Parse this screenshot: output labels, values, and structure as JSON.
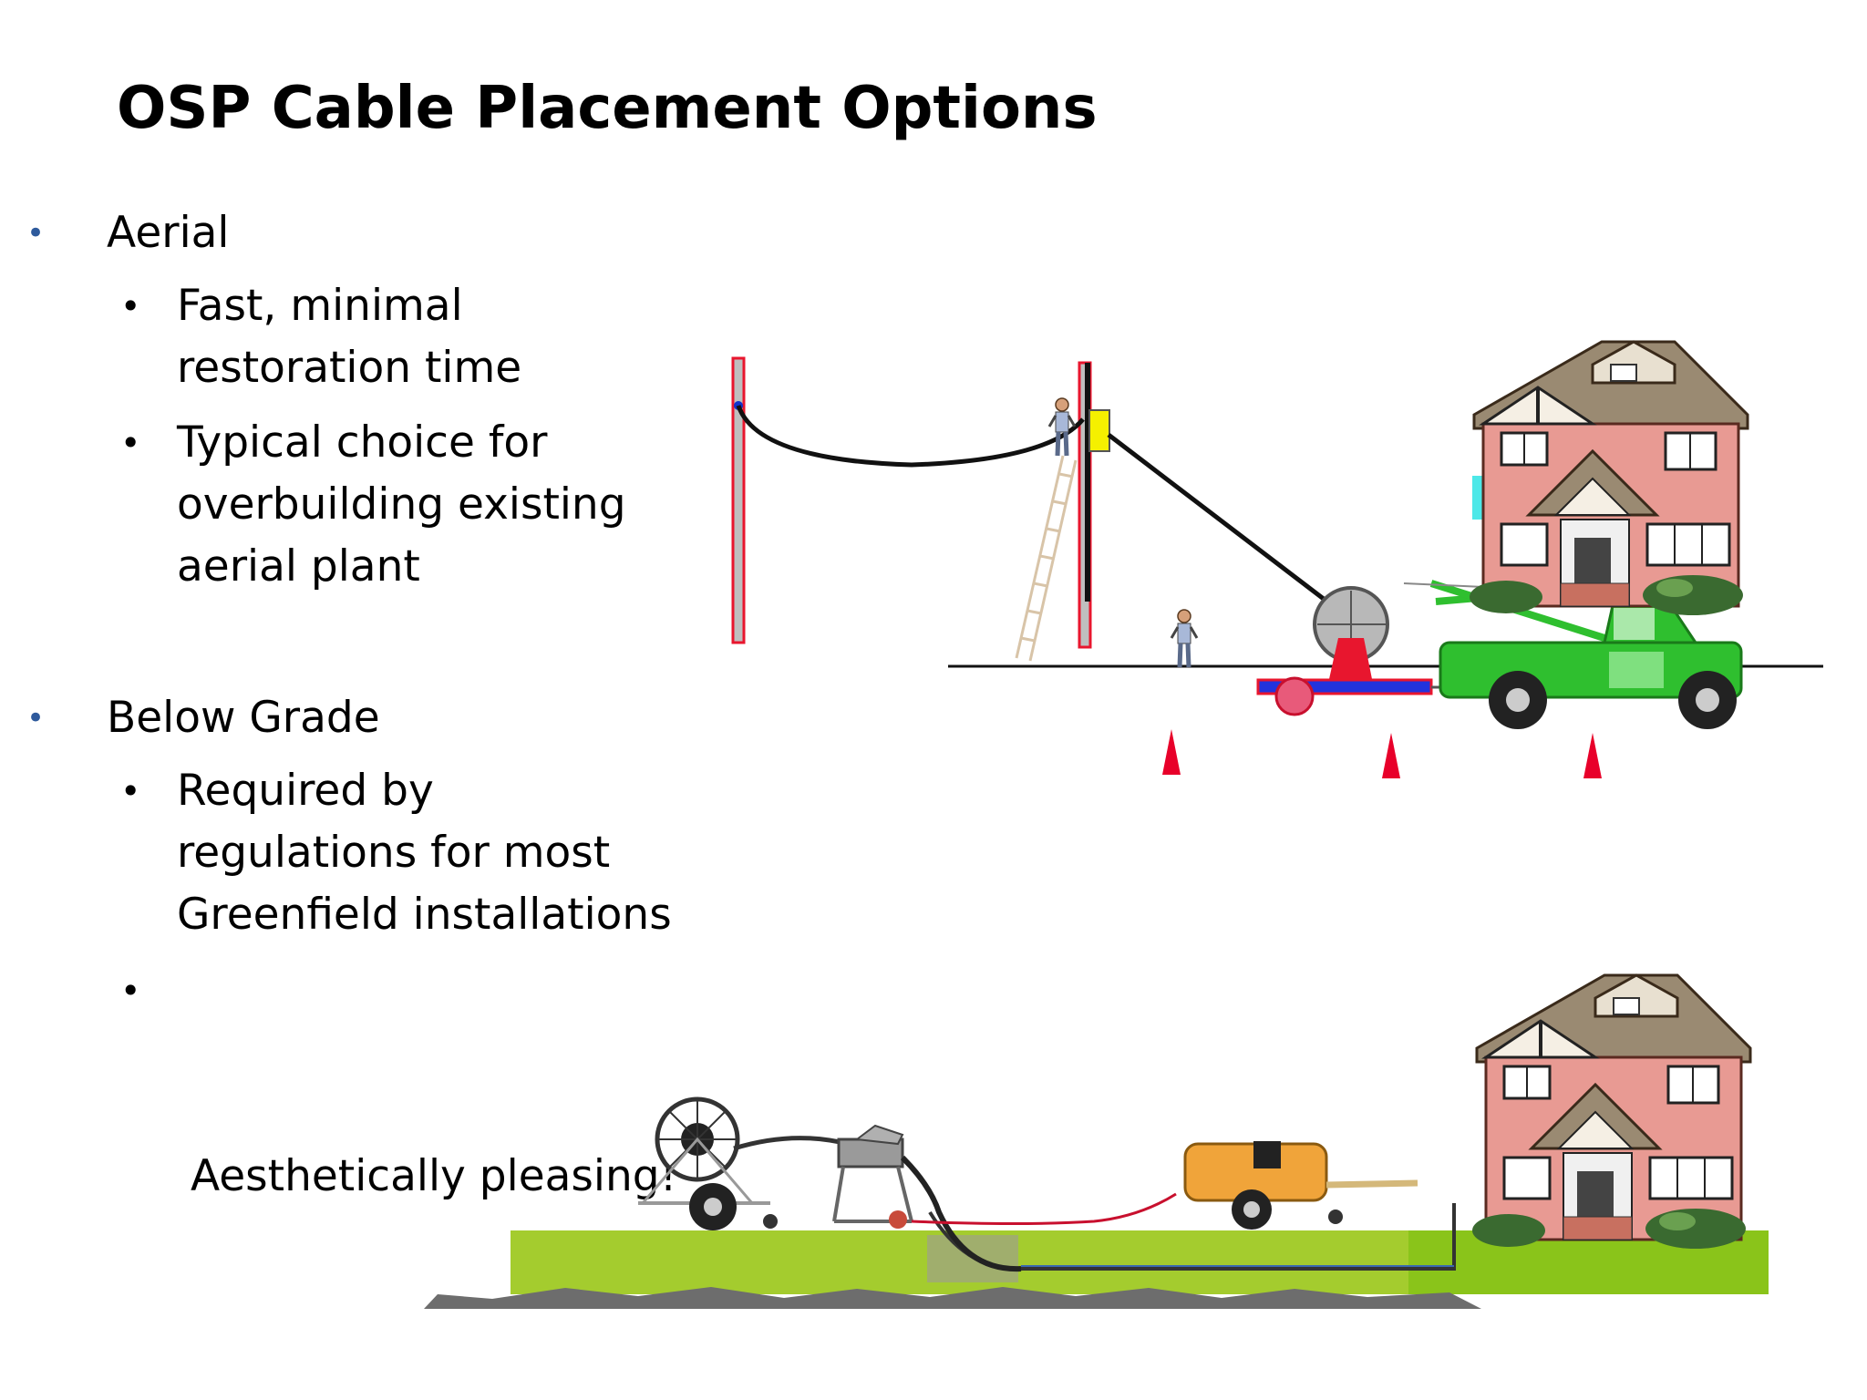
{
  "slide": {
    "title": "OSP Cable Placement Options"
  },
  "bullets": [
    {
      "label": "Aerial",
      "sub": [
        [
          "Fast, minimal",
          "restoration time"
        ],
        [
          "Typical choice for",
          "overbuilding existing",
          "aerial plant"
        ]
      ]
    },
    {
      "label": "Below Grade",
      "sub": [
        [
          "Required by",
          "regulations for most",
          "Greenfield installations"
        ],
        [
          " Aesthetically pleasing!"
        ]
      ]
    }
  ],
  "colors": {
    "bullet_accent": "#2e5a9c",
    "grass": "#a4cc2e",
    "truck": "#2fbf2f",
    "cone": "#e8002a",
    "house_brick": "#e89a93",
    "roof": "#9a8a72",
    "trailer": "#2233dd",
    "ground": "#6d6d6d"
  },
  "illustrations": {
    "aerial": [
      "utility-pole",
      "lineman-on-ladder",
      "aerial-cable",
      "cable-reel-trailer",
      "boom-truck",
      "worker",
      "traffic-cones",
      "house"
    ],
    "below_grade": [
      "hose-reel-cart",
      "cable-blowing-machine",
      "air-compressor",
      "trench",
      "grass-strip",
      "house"
    ]
  }
}
